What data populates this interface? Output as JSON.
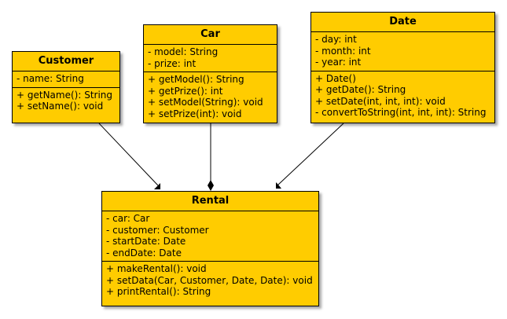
{
  "customer": {
    "name": "Customer",
    "attributes": [
      "- name: String"
    ],
    "operations": [
      "+ getName(): String",
      "+ setName(): void"
    ]
  },
  "car": {
    "name": "Car",
    "attributes": [
      "- model: String",
      "- prize: int"
    ],
    "operations": [
      "+ getModel(): String",
      "+ getPrize(): int",
      "+ setModel(String): void",
      "+ setPrize(int): void"
    ]
  },
  "date": {
    "name": "Date",
    "attributes": [
      "- day: int",
      "- month: int",
      "- year: int"
    ],
    "operations": [
      "+ Date()",
      "+ getDate(): String",
      "+ setDate(int, int, int): void",
      "- convertToString(int, int, int): String"
    ]
  },
  "rental": {
    "name": "Rental",
    "attributes": [
      "- car: Car",
      "- customer: Customer",
      "- startDate: Date",
      "- endDate: Date"
    ],
    "operations": [
      "+ makeRental(): void",
      "+ setData(Car, Customer, Date, Date): void",
      "+ printRental(): String"
    ]
  },
  "colors": {
    "class_fill": "#ffcc00",
    "border": "#000000"
  }
}
